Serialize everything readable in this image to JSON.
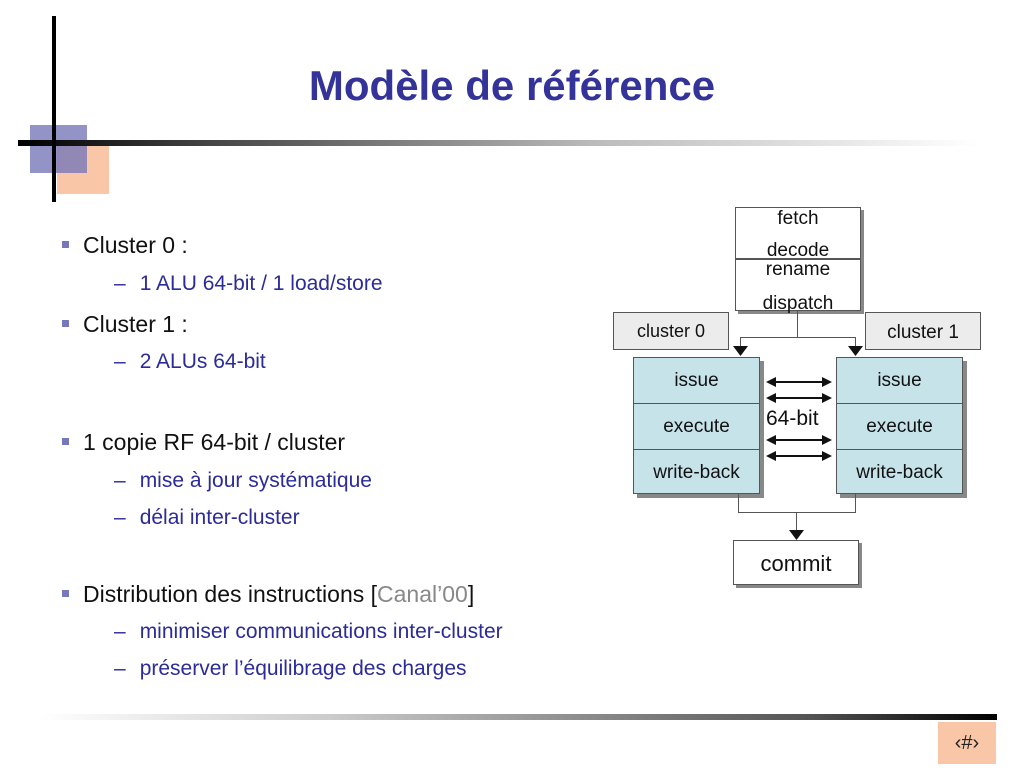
{
  "slide": {
    "title": "Modèle de référence",
    "page_number": "‹#›"
  },
  "bullets": [
    {
      "text": "Cluster 0 :",
      "subs": [
        "1 ALU 64-bit / 1 load/store"
      ]
    },
    {
      "text": "Cluster 1 :",
      "subs": [
        "2 ALUs 64-bit"
      ]
    },
    {
      "text": "1 copie RF 64-bit / cluster",
      "subs": [
        "mise à jour systématique",
        "délai inter-cluster"
      ]
    },
    {
      "text_before": "Distribution des instructions [",
      "citation": "Canal’00",
      "text_after": "]",
      "subs": [
        "minimiser communications inter-cluster",
        "préserver l’équilibrage des charges"
      ]
    }
  ],
  "diagram": {
    "fetch_decode": [
      "fetch",
      "decode"
    ],
    "rename_dispatch": [
      "rename",
      "dispatch"
    ],
    "cluster0_label": "cluster 0",
    "cluster1_label": "cluster 1",
    "stages": [
      "issue",
      "execute",
      "write-back"
    ],
    "bus_label": "64-bit",
    "commit": "commit"
  },
  "colors": {
    "title": "#333399",
    "sub_bullet": "#2b2b99",
    "citation": "#888888",
    "stage_fill": "#c7e3ea",
    "accent_orange": "#f9c7a7"
  }
}
